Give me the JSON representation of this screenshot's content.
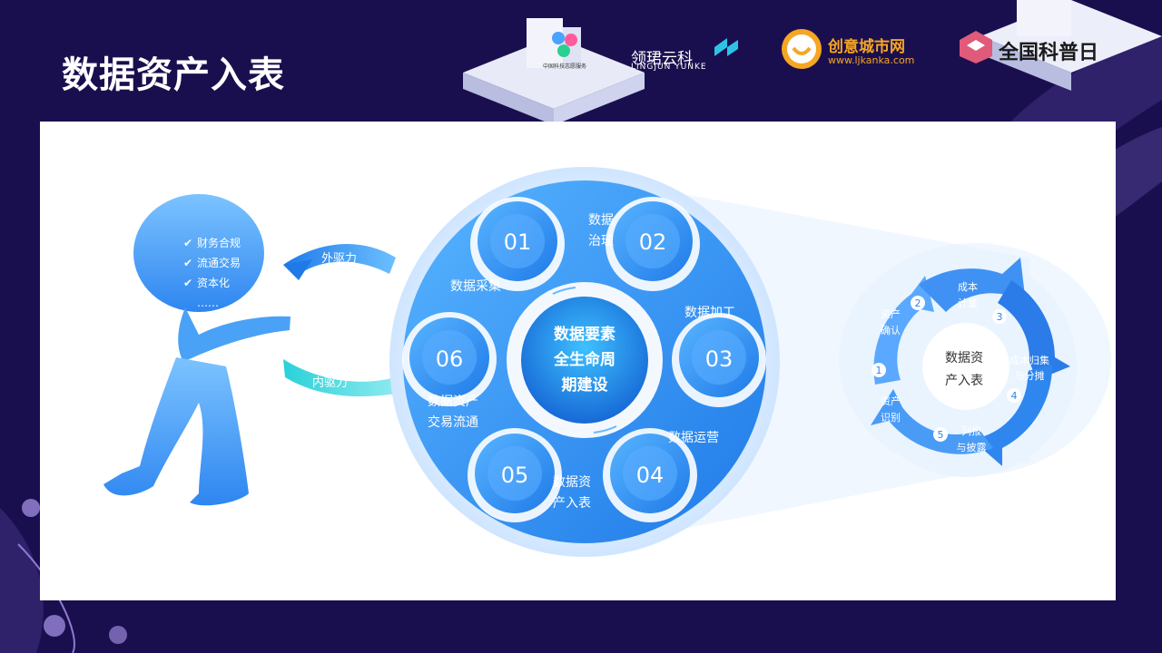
{
  "slide": {
    "title": "数据资产入表"
  },
  "logos": {
    "lingjun_cn": "领珺云科",
    "lingjun_en": "LINGJUN YUNKE",
    "chuangyi_cn": "创意城市网",
    "chuangyi_url": "www.ljkanka.com",
    "kepu": "全国科普日",
    "small_caption": "中国科技志愿服务"
  },
  "figure": {
    "bullets": [
      "财务合规",
      "流通交易",
      "资本化",
      "……"
    ],
    "outer_drive": "外驱力",
    "inner_drive": "内驱力",
    "center": [
      "数据要素",
      "全生命周",
      "期建设"
    ],
    "steps": [
      {
        "num": "01",
        "label": [
          "数据采集"
        ]
      },
      {
        "num": "02",
        "label": [
          "数据",
          "治理"
        ]
      },
      {
        "num": "03",
        "label": [
          "数据加工"
        ]
      },
      {
        "num": "04",
        "label": [
          "数据运营"
        ]
      },
      {
        "num": "05",
        "label": [
          "数据资",
          "产入表"
        ]
      },
      {
        "num": "06",
        "label": [
          "数据资产",
          "交易流通"
        ]
      }
    ],
    "cycle_center": [
      "数据资",
      "产入表"
    ],
    "cycle": [
      {
        "num": "1",
        "label": [
          "资产",
          "识别"
        ]
      },
      {
        "num": "2",
        "label": [
          "资产",
          "确认"
        ]
      },
      {
        "num": "3",
        "label": [
          "成本",
          "计量"
        ]
      },
      {
        "num": "4",
        "label": [
          "成本归集",
          "与分摊"
        ]
      },
      {
        "num": "5",
        "label": [
          "列报",
          "与披露"
        ]
      }
    ]
  },
  "colors": {
    "bg": "#1a0f4e",
    "blue": "#2f8ef5",
    "light": "#8fd0ff",
    "teal": "#35c7d8"
  }
}
